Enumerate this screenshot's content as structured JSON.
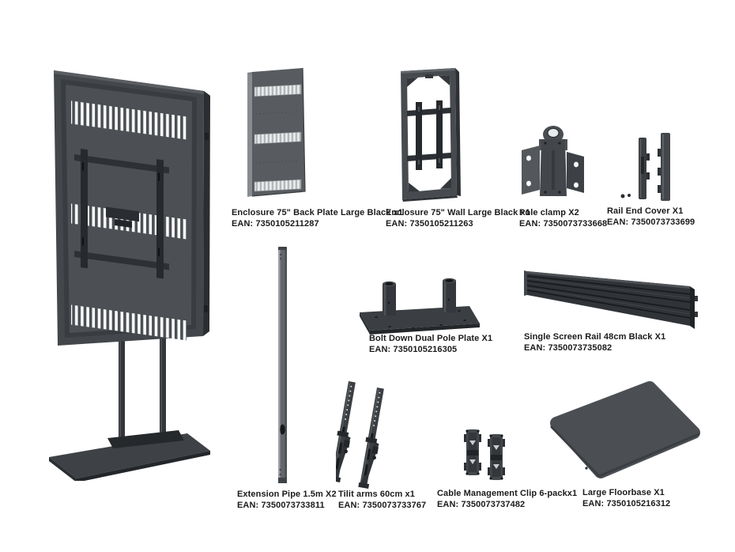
{
  "colors": {
    "background": "#ffffff",
    "part_dark": "#34373b",
    "part_mid": "#4b4f53",
    "part_light": "#63676b",
    "vent_light": "#f4f5f5",
    "label_text": "#1b1b1d"
  },
  "parts": [
    {
      "id": "back-plate",
      "name": "Enclosure 75\" Back Plate Large Black x1",
      "ean": "EAN: 7350105211287"
    },
    {
      "id": "wall-enclosure",
      "name": "Enclosure 75\" Wall Large Black x1",
      "ean": "EAN: 7350105211263"
    },
    {
      "id": "pole-clamp",
      "name": "Pole clamp X2",
      "ean": "EAN: 7350073733668"
    },
    {
      "id": "rail-end-cover",
      "name": "Rail End Cover X1",
      "ean": "EAN: 7350073733699"
    },
    {
      "id": "bolt-down-plate",
      "name": "Bolt Down Dual Pole Plate X1",
      "ean": "EAN: 7350105216305"
    },
    {
      "id": "screen-rail",
      "name": "Single Screen Rail 48cm Black X1",
      "ean": "EAN: 7350073735082"
    },
    {
      "id": "extension-pipe",
      "name": "Extension Pipe 1.5m  X2",
      "ean": "EAN: 7350073733811"
    },
    {
      "id": "tilt-arms",
      "name": "Tilit arms 60cm x1",
      "ean": "EAN: 7350073733767"
    },
    {
      "id": "cable-clips",
      "name": "Cable Management Clip 6-packx1",
      "ean": "EAN: 7350073737482"
    },
    {
      "id": "floorbase",
      "name": "Large Floorbase X1",
      "ean": "EAN: 7350105216312"
    }
  ]
}
